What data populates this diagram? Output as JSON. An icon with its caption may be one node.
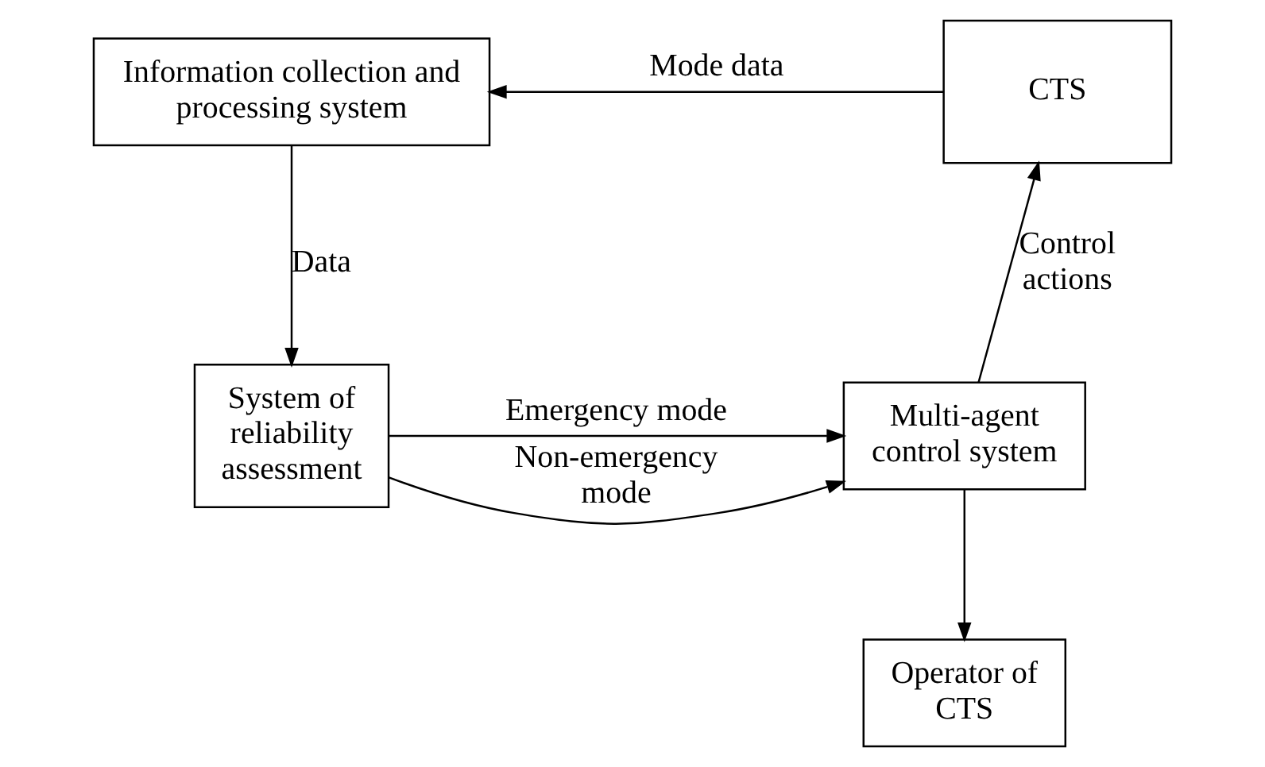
{
  "diagram": {
    "nodes": [
      {
        "text": [
          "Information collection and processing system"
        ]
      },
      {
        "text": [
          "CTS"
        ]
      },
      {
        "text": [
          "System of reliability assessment"
        ]
      },
      {
        "text": [
          "Multi-agent control system"
        ]
      },
      {
        "text": [
          "Operator of CTS"
        ]
      }
    ],
    "edges": [
      {
        "from": 1,
        "to": 0,
        "arrow": "to",
        "label": "Mode data"
      },
      {
        "from": 0,
        "to": 2,
        "arrow": "to",
        "label": "Data"
      },
      {
        "from": 2,
        "to": 3,
        "arrow": "to",
        "label": "Emergency mode"
      },
      {
        "from": 2,
        "to": 3,
        "arrow": "to",
        "label": "Non-emergency mode"
      },
      {
        "from": 3,
        "to": 1,
        "arrow": "to",
        "label": "Control actions"
      },
      {
        "from": 3,
        "to": 4,
        "arrow": "to"
      }
    ]
  }
}
